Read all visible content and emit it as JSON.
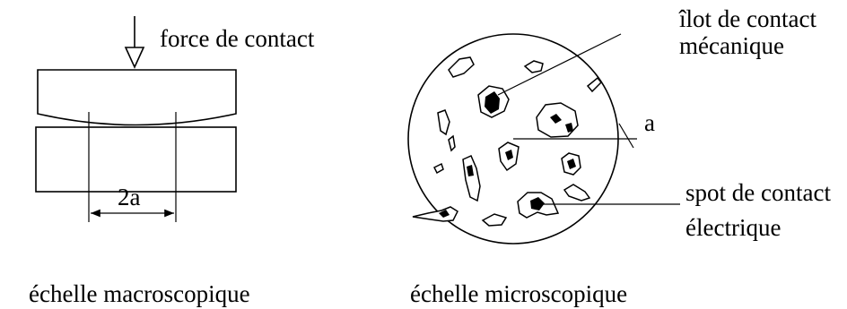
{
  "macro": {
    "force_label": "force de contact",
    "dimension_label": "2a",
    "caption": "échelle macroscopique"
  },
  "micro": {
    "ilot_label_line1": "îlot de contact",
    "ilot_label_line2": "mécanique",
    "radius_label": "a",
    "spot_label_line1": "spot de contact",
    "spot_label_line2": "électrique",
    "caption": "échelle microscopique"
  }
}
